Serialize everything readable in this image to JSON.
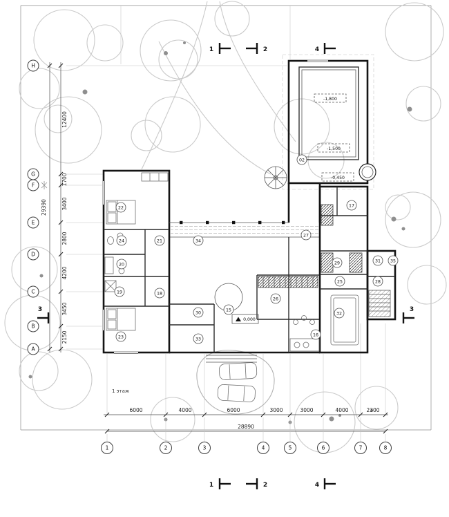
{
  "drawing": {
    "floor_label": "1 этаж",
    "elevation_ground": "0,000",
    "elevation_pool_deep": "-1,800",
    "elevation_pool_mid": "-1,500",
    "elevation_pool_edge": "-0,450"
  },
  "grid": {
    "rows": {
      "H": "H",
      "G": "G",
      "F": "F",
      "E": "E",
      "D": "D",
      "C": "C",
      "B": "B",
      "A": "A"
    },
    "cols": {
      "c1": "1",
      "c2": "2",
      "c3": "3",
      "c4": "4",
      "c5": "5",
      "c6": "6",
      "c7": "7",
      "c8": "8"
    }
  },
  "dims": {
    "left": {
      "d1": "12400",
      "d2": "1700",
      "d3": "3400",
      "d4": "2800",
      "d5": "4200",
      "d6": "3450",
      "d7": "2150",
      "total": "29390"
    },
    "bottom": {
      "d1": "6000",
      "d2": "4000",
      "d3": "6000",
      "d4": "3000",
      "d5": "3000",
      "d6": "4000",
      "d7": "2300",
      "total": "28890"
    }
  },
  "sections": {
    "s1": "1",
    "s2": "2",
    "s3": "3",
    "s4": "4"
  },
  "rooms": {
    "r02": "02",
    "r15": "15",
    "r16": "16",
    "r17": "17",
    "r18": "18",
    "r19": "19",
    "r20": "20",
    "r21": "21",
    "r22": "22",
    "r23": "23",
    "r24": "24",
    "r25": "25",
    "r26": "26",
    "r27": "27",
    "r28": "28",
    "r29": "29",
    "r30": "30",
    "r31": "31",
    "r32": "32",
    "r33": "33",
    "r34": "34",
    "r35": "35"
  }
}
